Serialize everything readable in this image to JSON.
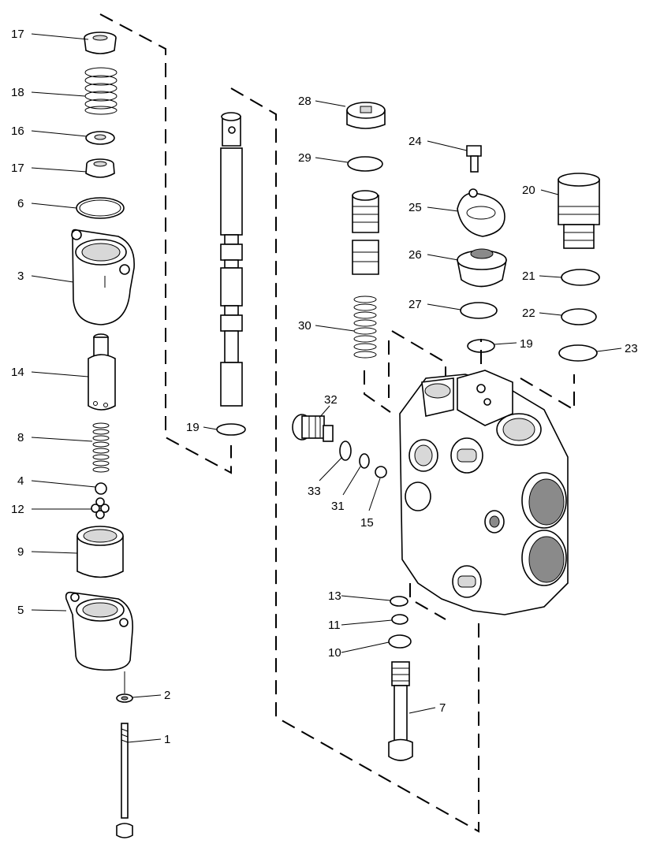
{
  "diagram": {
    "callouts": [
      {
        "id": "c17a",
        "text": "17"
      },
      {
        "id": "c18",
        "text": "18"
      },
      {
        "id": "c16",
        "text": "16"
      },
      {
        "id": "c17b",
        "text": "17"
      },
      {
        "id": "c6",
        "text": "6"
      },
      {
        "id": "c3",
        "text": "3"
      },
      {
        "id": "c14",
        "text": "14"
      },
      {
        "id": "c8",
        "text": "8"
      },
      {
        "id": "c4",
        "text": "4"
      },
      {
        "id": "c12",
        "text": "12"
      },
      {
        "id": "c9",
        "text": "9"
      },
      {
        "id": "c5",
        "text": "5"
      },
      {
        "id": "c2",
        "text": "2"
      },
      {
        "id": "c1",
        "text": "1"
      },
      {
        "id": "c19a",
        "text": "19"
      },
      {
        "id": "c28",
        "text": "28"
      },
      {
        "id": "c29",
        "text": "29"
      },
      {
        "id": "c30",
        "text": "30"
      },
      {
        "id": "c32",
        "text": "32"
      },
      {
        "id": "c33",
        "text": "33"
      },
      {
        "id": "c31",
        "text": "31"
      },
      {
        "id": "c15",
        "text": "15"
      },
      {
        "id": "c24",
        "text": "24"
      },
      {
        "id": "c25",
        "text": "25"
      },
      {
        "id": "c26",
        "text": "26"
      },
      {
        "id": "c27",
        "text": "27"
      },
      {
        "id": "c19b",
        "text": "19"
      },
      {
        "id": "c20",
        "text": "20"
      },
      {
        "id": "c21",
        "text": "21"
      },
      {
        "id": "c22",
        "text": "22"
      },
      {
        "id": "c23",
        "text": "23"
      },
      {
        "id": "c13",
        "text": "13"
      },
      {
        "id": "c11",
        "text": "11"
      },
      {
        "id": "c10",
        "text": "10"
      },
      {
        "id": "c7",
        "text": "7"
      }
    ]
  }
}
